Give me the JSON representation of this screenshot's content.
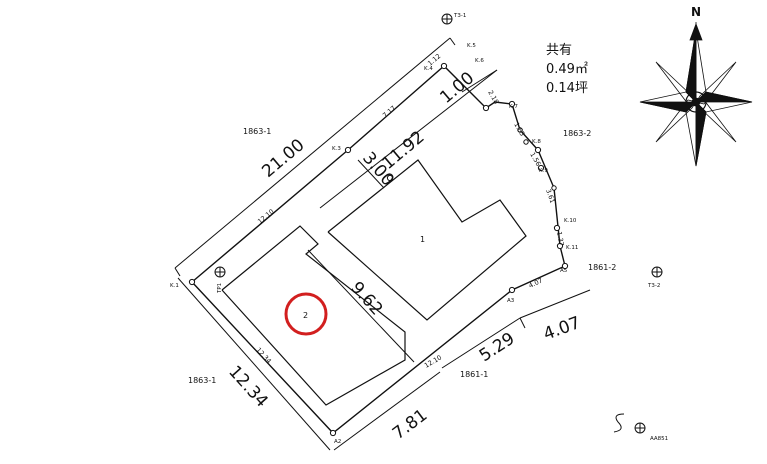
{
  "share": {
    "title": "共有",
    "area_m2": "0.49㎡",
    "area_tsubo": "0.14坪"
  },
  "compass": {
    "north_label": "N"
  },
  "lots": {
    "main": "1",
    "share": "2",
    "left_neighbor": "1863-1",
    "left_neighbor_bottom": "1863-1",
    "right_neighbor": "1863-2",
    "right_neighbor_lower": "1861-2",
    "bottom_neighbor": "1861-1"
  },
  "control_points": {
    "t3_1": "T3-1",
    "t3_2": "T3-2",
    "tp1": "TP1",
    "aa": "AA851"
  },
  "points": {
    "k1": "K.1",
    "k3": "K.3",
    "k4": "K.4",
    "k5": "K.5",
    "k6": "K.6",
    "k7": "K.7",
    "k8": "K.8",
    "k9": "K.9",
    "k10": "K.10",
    "k11": "K.11",
    "a2": "A2",
    "a3": "A3",
    "a5": "A5"
  },
  "dimensions": {
    "top_total": "21.00",
    "top_segment": "11.92",
    "top_small": "1.00",
    "offset_300": "3.00",
    "inner_962": "9.62",
    "left_1234": "12.34",
    "bottom_781": "7.81",
    "bottom_529": "5.29",
    "right_407": "4.07"
  },
  "small_dims": {
    "s1210_top": "12.10",
    "s717": "7.17",
    "s112": "1.12",
    "s1234_in": "12.34",
    "s1210_b": "12.10",
    "s407_in": "4.07",
    "s218": "2.18",
    "s165": "1.65",
    "s156": "1.56",
    "s361": "3.61",
    "s137": "1.37"
  }
}
